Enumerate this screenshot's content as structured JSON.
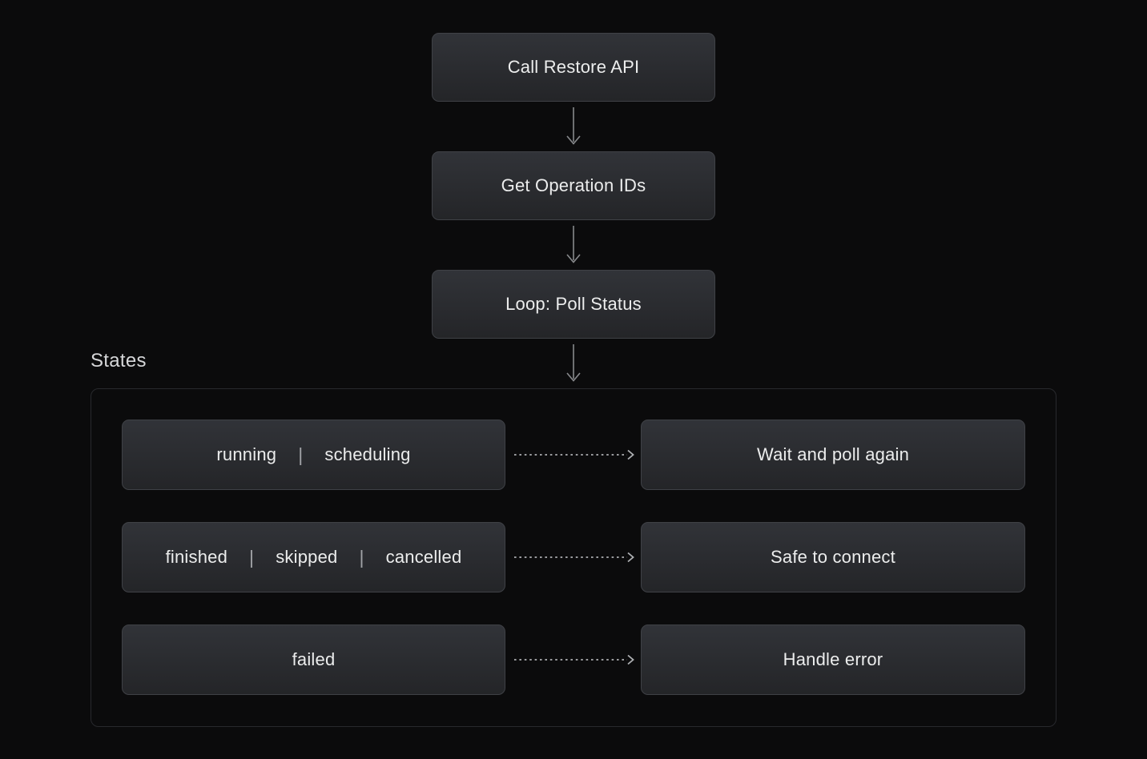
{
  "colors": {
    "background": "#0b0b0c",
    "node_gradient_top": "#313338",
    "node_gradient_bottom": "#242528",
    "node_border": "#3f4146",
    "container_border": "#28292d",
    "text_primary": "#eceded",
    "separator_color": "#a0a2a6",
    "states_label_color": "#d6d7d9",
    "solid_arrow_color": "#87898c",
    "dashed_arrow_color": "#aeb0b3"
  },
  "flow": {
    "nodes": [
      {
        "label": "Call Restore API"
      },
      {
        "label": "Get Operation IDs"
      },
      {
        "label": "Loop: Poll Status"
      }
    ]
  },
  "states": {
    "label": "States",
    "separator": "|",
    "rows": [
      {
        "states": [
          "running",
          "scheduling"
        ],
        "outcome": "Wait and poll again"
      },
      {
        "states": [
          "finished",
          "skipped",
          "cancelled"
        ],
        "outcome": "Safe to connect"
      },
      {
        "states": [
          "failed"
        ],
        "outcome": "Handle error"
      }
    ]
  }
}
